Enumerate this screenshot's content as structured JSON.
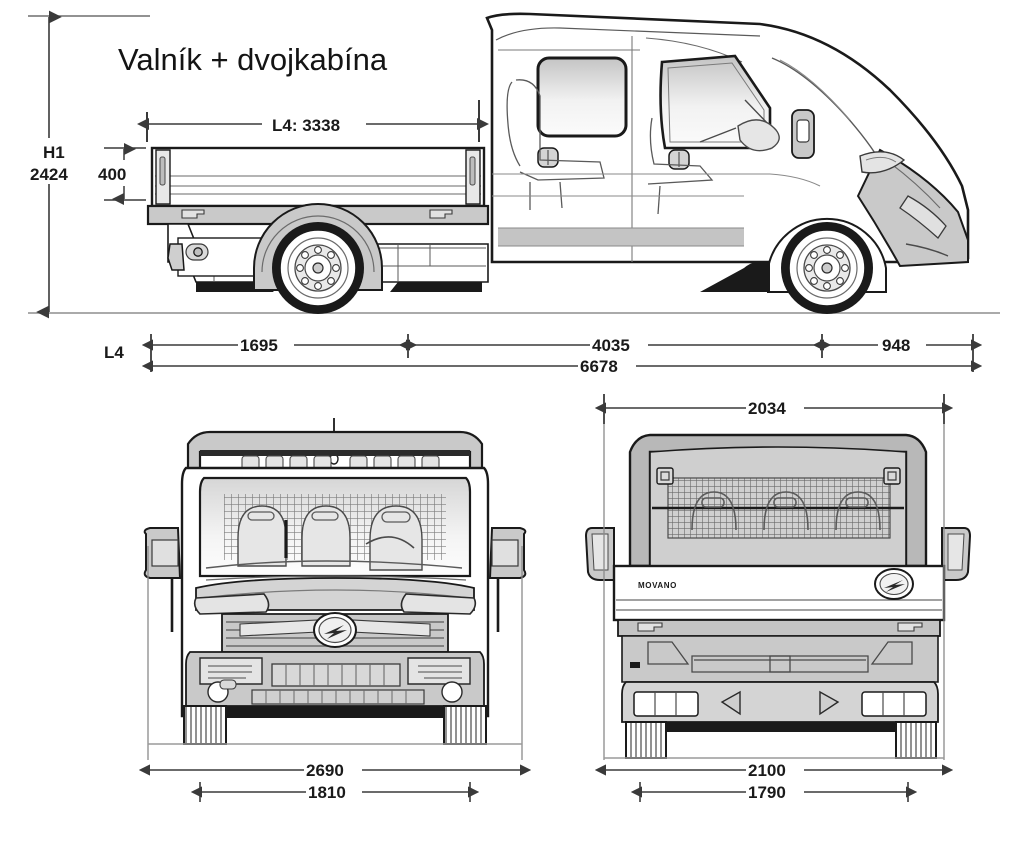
{
  "page": {
    "background": "#ffffff",
    "ink": "#1a1a1a",
    "fill_light": "#ffffff",
    "fill_mid": "#c9c9c9",
    "fill_dark": "#9a9a9a",
    "fill_tire": "#1a1a1a",
    "dim_line": "#3a3a3a"
  },
  "title": "Valník + dvojkabína",
  "side_view": {
    "height_label": {
      "code": "H1",
      "value": "2424"
    },
    "drop_side_height": "400",
    "bed_length_label": "L4: 3338",
    "baseline_code": "L4",
    "segments": [
      {
        "name": "rear-overhang",
        "value": "1695"
      },
      {
        "name": "wheelbase",
        "value": "4035"
      },
      {
        "name": "front-overhang",
        "value": "948"
      }
    ],
    "total": "6678"
  },
  "front_view": {
    "widths": [
      {
        "name": "mirror-to-mirror",
        "value": "2690"
      },
      {
        "name": "body-width",
        "value": "1810"
      }
    ],
    "brand_mark": "opel-blitz-logo"
  },
  "rear_view": {
    "top_width": "2034",
    "widths": [
      {
        "name": "mirror-to-mirror",
        "value": "2100"
      },
      {
        "name": "body-width",
        "value": "1790"
      }
    ],
    "tailgate_badge": "MOVANO",
    "brand_mark": "opel-blitz-logo"
  }
}
